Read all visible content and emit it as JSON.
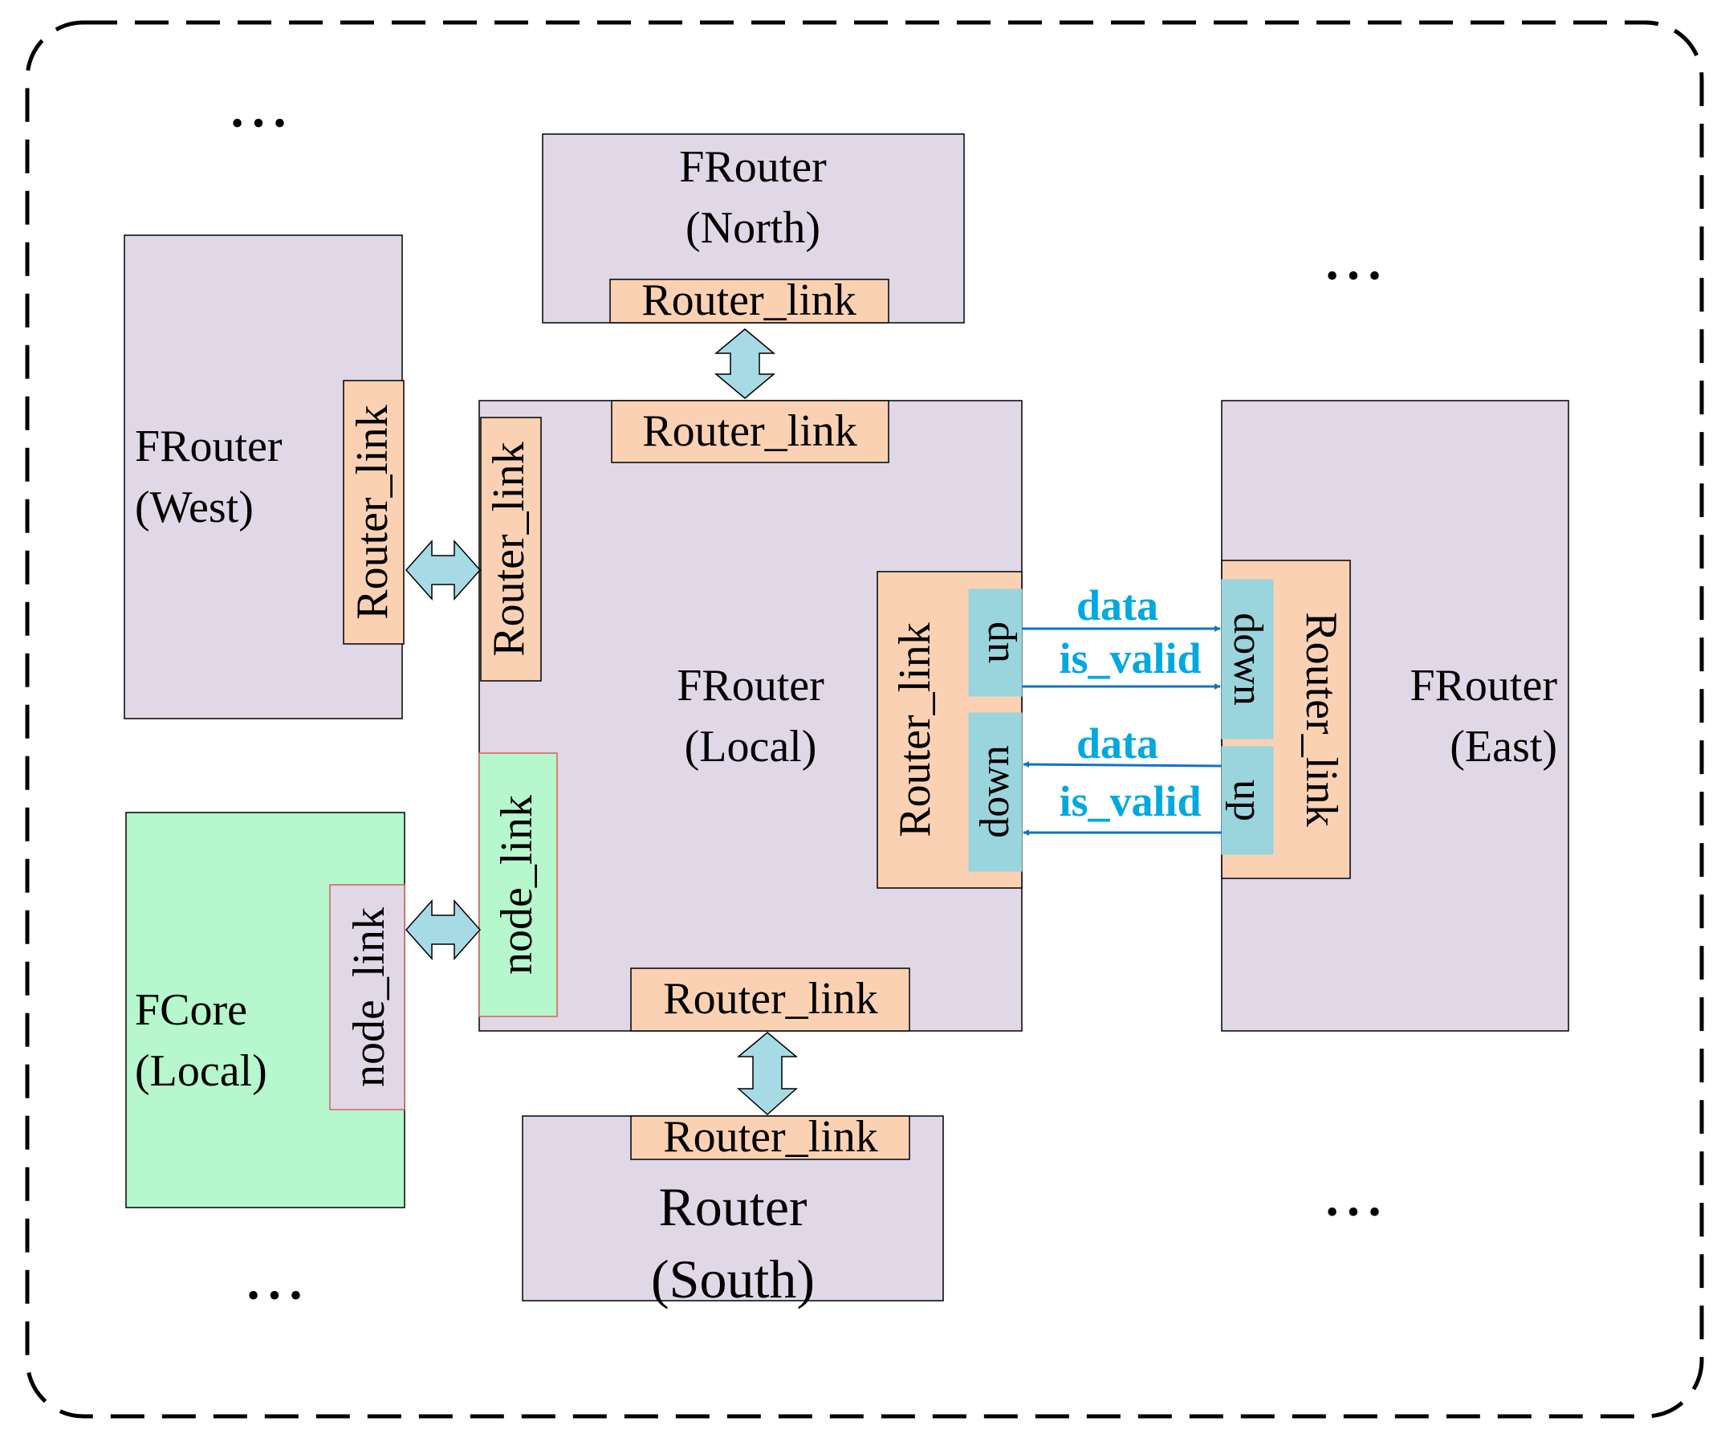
{
  "colors": {
    "router_fill": "#e0d8e6",
    "link_fill": "#fad2b3",
    "core_fill": "#b6f7cd",
    "port_fill": "#9ad4dc",
    "arrow_fill": "#a6dbe6",
    "signal_text": "#00a8e0",
    "signal_arrow": "#1272c6"
  },
  "ellipsis": "• • •",
  "north": {
    "name": "FRouter",
    "position": "(North)",
    "link": "Router_link"
  },
  "west": {
    "name": "FRouter",
    "position": "(West)",
    "link": "Router_link"
  },
  "east": {
    "name": "FRouter",
    "position": "(East)",
    "link": "Router_link",
    "port_down": "down",
    "port_up": "up"
  },
  "south": {
    "name": "Router",
    "position": "(South)",
    "link": "Router_link"
  },
  "local": {
    "name": "FRouter",
    "position": "(Local)",
    "link_top": "Router_link",
    "link_left": "Router_link",
    "link_bottom": "Router_link",
    "link_right": "Router_",
    "link_right_tail": "link",
    "node_link": "node_link",
    "port_up": "up",
    "port_down": "down"
  },
  "core": {
    "name": "FCore",
    "position": "(Local)",
    "node_link": "node_link"
  },
  "signals": {
    "out_data": "data",
    "out_valid": "is_valid",
    "in_data": "data",
    "in_valid": "is_valid"
  }
}
